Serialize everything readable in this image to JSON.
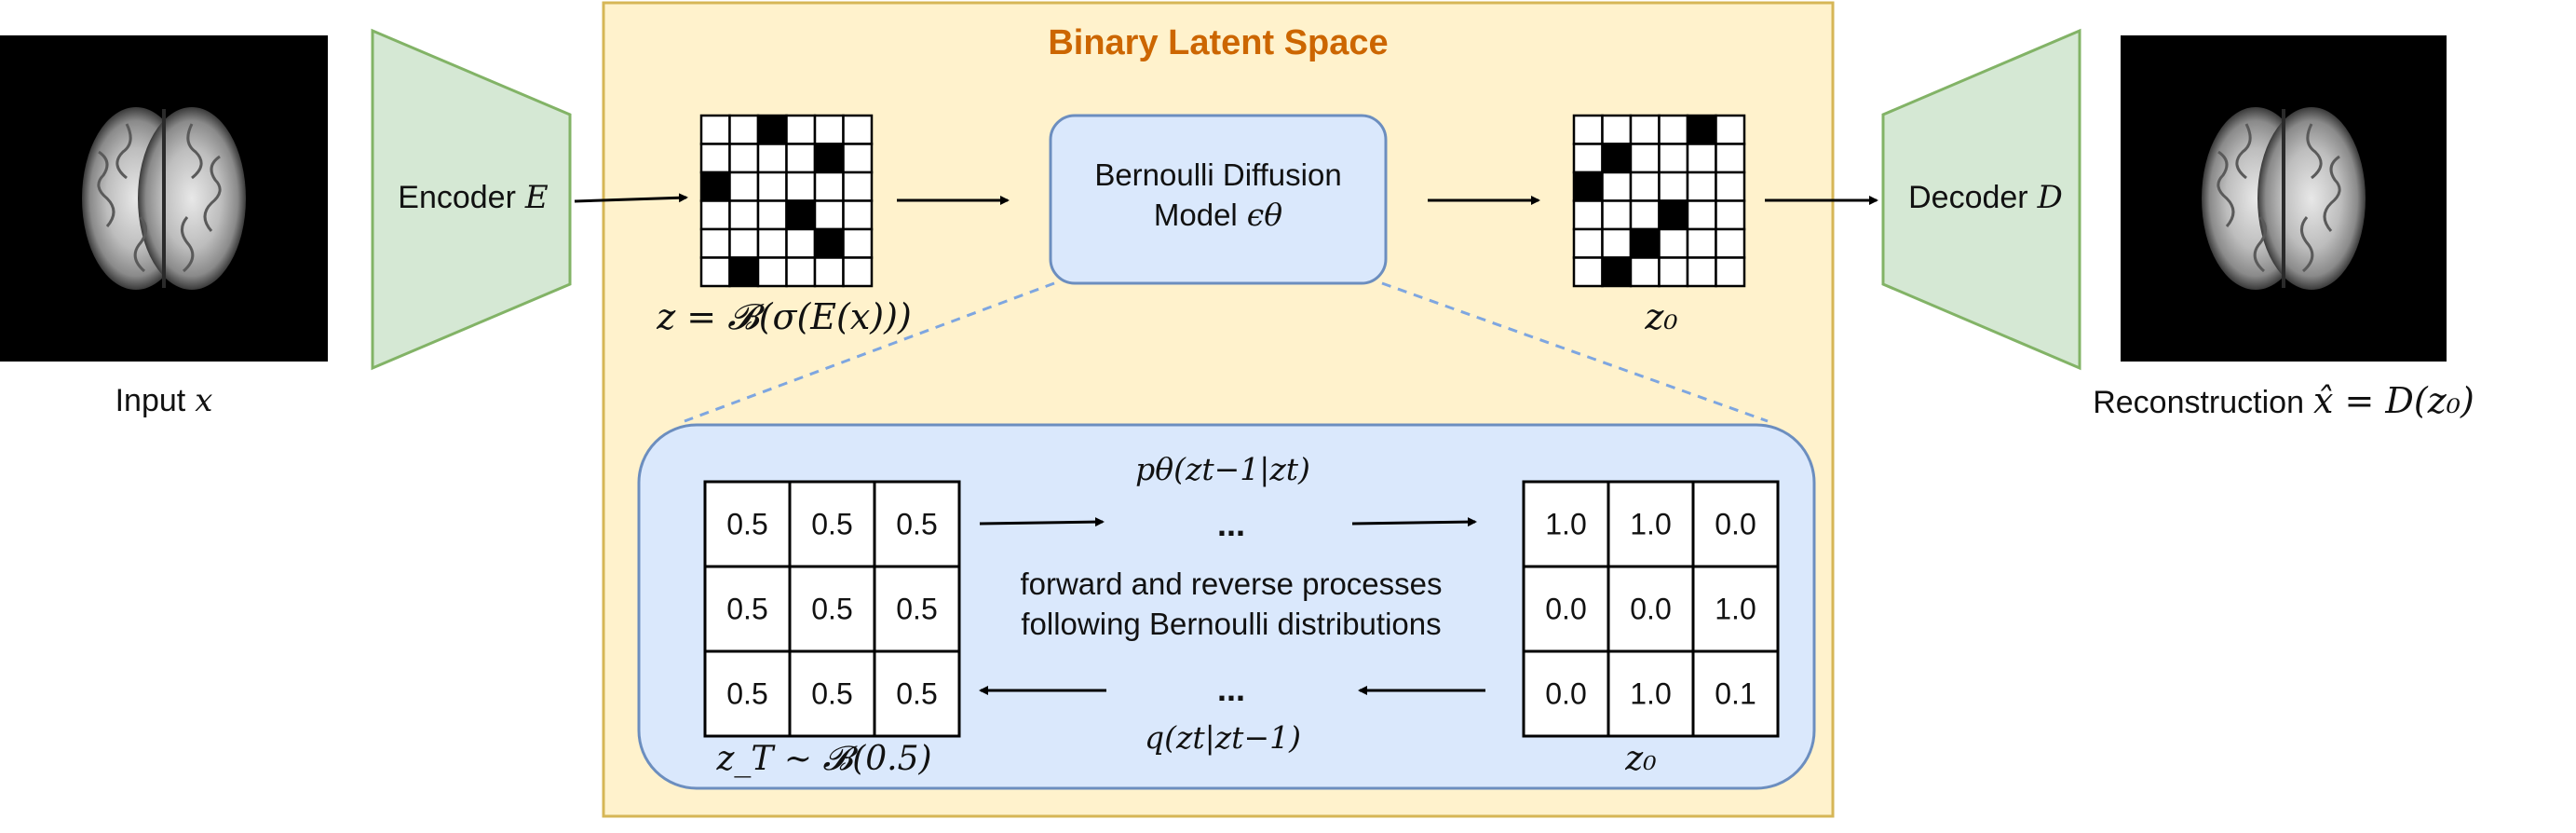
{
  "colors": {
    "latent_space_fill": "#fff2cc",
    "latent_space_stroke": "#d6b656",
    "latent_title": "#cc6600",
    "coder_fill": "#d5e8d4",
    "coder_stroke": "#82b366",
    "model_fill": "#dae8fc",
    "model_stroke": "#6c8ebf",
    "dashed_line": "#7ea6e0",
    "image_bg": "#000000",
    "arrow": "#000000"
  },
  "icons": {
    "input_brain": "brain-mri-icon",
    "output_brain": "brain-mri-icon"
  },
  "latent_space": {
    "title": "Binary Latent Space"
  },
  "input": {
    "label_text": "Input",
    "label_var": "x"
  },
  "encoder": {
    "label_text": "Encoder",
    "label_var": "E"
  },
  "decoder": {
    "label_text": "Decoder",
    "label_var": "D"
  },
  "reconstruction": {
    "label_text": "Reconstruction",
    "label_math": "x̂ = D(z₀)"
  },
  "latent_z": {
    "label": "z = 𝓑(σ(E(x)))",
    "cells": [
      [
        0,
        0,
        1,
        0,
        0,
        0
      ],
      [
        0,
        0,
        0,
        0,
        1,
        0
      ],
      [
        1,
        0,
        0,
        0,
        0,
        0
      ],
      [
        0,
        0,
        0,
        1,
        0,
        0
      ],
      [
        0,
        0,
        0,
        0,
        1,
        0
      ],
      [
        0,
        1,
        0,
        0,
        0,
        0
      ]
    ]
  },
  "latent_z0": {
    "label": "z₀",
    "cells": [
      [
        0,
        0,
        0,
        0,
        1,
        0
      ],
      [
        0,
        1,
        0,
        0,
        0,
        0
      ],
      [
        1,
        0,
        0,
        0,
        0,
        0
      ],
      [
        0,
        0,
        0,
        1,
        0,
        0
      ],
      [
        0,
        0,
        1,
        0,
        0,
        0
      ],
      [
        0,
        1,
        0,
        0,
        0,
        0
      ]
    ]
  },
  "model": {
    "line1": "Bernoulli Diffusion",
    "line2_text": "Model",
    "line2_var": "ϵθ"
  },
  "process": {
    "zT_grid": [
      [
        "0.5",
        "0.5",
        "0.5"
      ],
      [
        "0.5",
        "0.5",
        "0.5"
      ],
      [
        "0.5",
        "0.5",
        "0.5"
      ]
    ],
    "zT_label": "z_T ∼ 𝓑(0.5)",
    "z0_grid": [
      [
        "1.0",
        "1.0",
        "0.0"
      ],
      [
        "0.0",
        "0.0",
        "1.0"
      ],
      [
        "0.0",
        "1.0",
        "0.1"
      ]
    ],
    "z0_label": "z₀",
    "reverse_label": "pθ(zt−1|zt)",
    "forward_label": "q(zt|zt−1)",
    "ellipsis_top": "...",
    "ellipsis_bottom": "...",
    "desc_line1": "forward and reverse processes",
    "desc_line2": "following Bernoulli distributions"
  }
}
